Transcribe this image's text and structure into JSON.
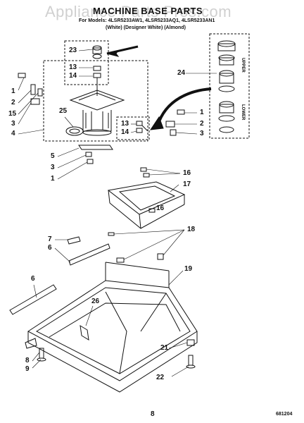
{
  "header": {
    "title": "MACHINE BASE PARTS",
    "models_line": "For Models: 4LSR5233AW1, 4LSR5233AQ1, 4LSR5233AN1",
    "colors_line": "(White)   (Designer White)   (Almond)",
    "watermark": "Appliance Parts Pros.com"
  },
  "kit_labels": {
    "upper": "UPPER",
    "lower": "LOWER"
  },
  "callouts": {
    "c23": "23",
    "c13a": "13",
    "c14a": "14",
    "c24": "24",
    "c1a": "1",
    "c2a": "2",
    "c15": "15",
    "c3a": "3",
    "c4": "4",
    "c25": "25",
    "c13b": "13",
    "c14b": "14",
    "c1b": "1",
    "c2b": "2",
    "c3b": "3",
    "c5": "5",
    "c3c": "3",
    "c1c": "1",
    "c16a": "16",
    "c17": "17",
    "c16b": "16",
    "c7": "7",
    "c18": "18",
    "c6a": "6",
    "c6b": "6",
    "c19": "19",
    "c26": "26",
    "c21": "21",
    "c8": "8",
    "c9": "9",
    "c22": "22"
  },
  "footer": {
    "page_number": "8",
    "doc_code": "681204"
  }
}
